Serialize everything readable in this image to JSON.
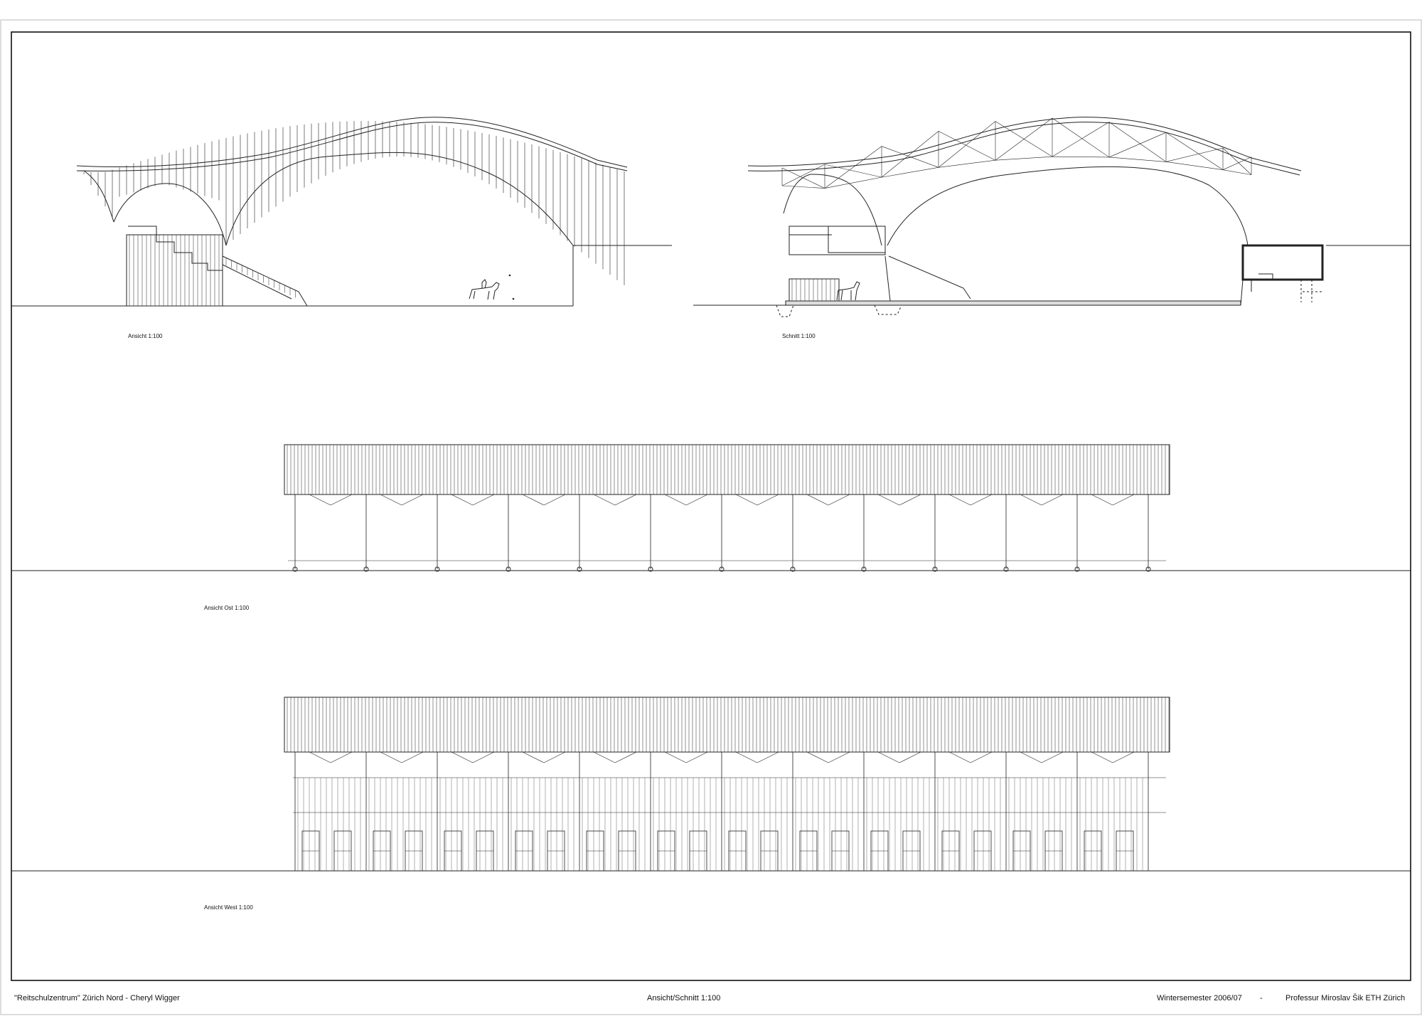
{
  "drawings": {
    "elevation": {
      "caption": "Ansicht 1:100"
    },
    "section": {
      "caption": "Schnitt 1:100"
    },
    "east": {
      "caption": "Ansicht Ost 1:100"
    },
    "west": {
      "caption": "Ansicht West 1:100"
    }
  },
  "footer": {
    "project": "\"Reitschulzentrum\" Zürich Nord  -  Cheryl  Wigger",
    "sheet": "Ansicht/Schnitt 1:100",
    "semester": "Wintersemester 2006/07",
    "separator": "-",
    "chair": "Professur Miroslav Šik ETH Zürich"
  },
  "colors": {
    "line": "#222222",
    "paper": "#ffffff",
    "frame": "#111111"
  }
}
